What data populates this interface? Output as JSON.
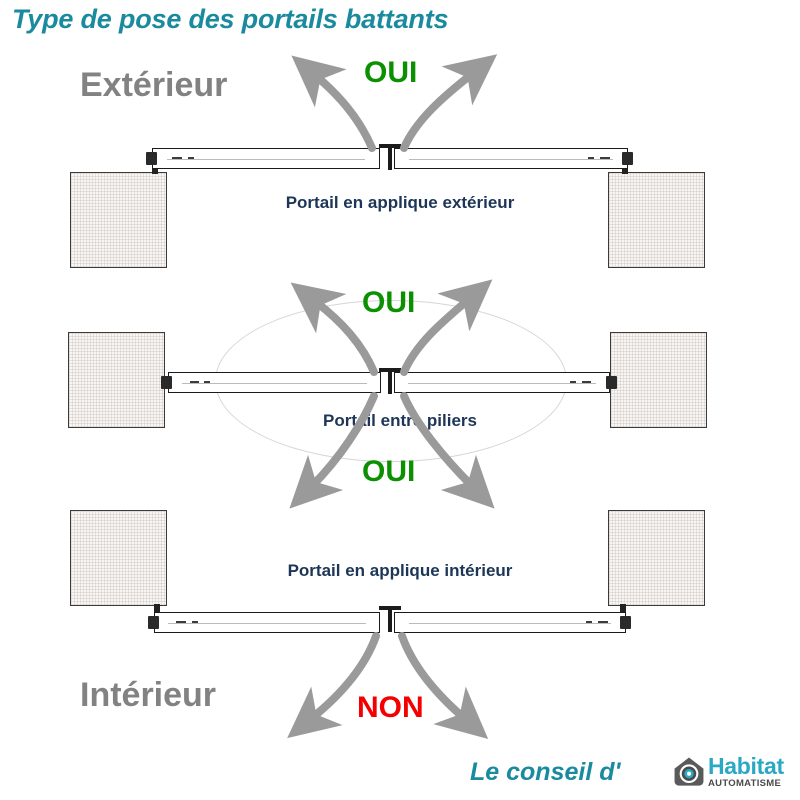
{
  "title": "Type de pose des portails battants",
  "colors": {
    "title_teal": "#1a8a9e",
    "side_label_gray": "#828282",
    "caption_navy": "#1d3557",
    "yes_green": "#0a9000",
    "no_red": "#f40000",
    "arrow_gray": "#9a9a9a",
    "pillar_fill": "#f7f6f4",
    "pillar_border": "#3a3a3a",
    "logo_teal": "#2aa8c4"
  },
  "side_labels": {
    "top": "Extérieur",
    "bottom": "Intérieur"
  },
  "verdicts": {
    "row1_up": "OUI",
    "row2_up": "OUI",
    "row2_down": "OUI",
    "row3_down": "NON"
  },
  "rows": [
    {
      "caption": "Portail en applique extérieur",
      "mounting": "applique-exterieur",
      "leaf_position": "above-pillars",
      "arrows": [
        {
          "direction": "up",
          "verdict": "OUI"
        }
      ]
    },
    {
      "caption": "Portail entre piliers",
      "mounting": "entre-piliers",
      "leaf_position": "between-pillars",
      "arrows": [
        {
          "direction": "up",
          "verdict": "OUI"
        },
        {
          "direction": "down",
          "verdict": "OUI"
        }
      ]
    },
    {
      "caption": "Portail en applique intérieur",
      "mounting": "applique-interieur",
      "leaf_position": "below-pillars",
      "arrows": [
        {
          "direction": "down",
          "verdict": "NON"
        }
      ]
    }
  ],
  "footer": {
    "text": "Le conseil d'",
    "logo_name": "Habitat",
    "logo_sub": "AUTOMATISME",
    "logo_icon": "house-camera-icon"
  }
}
